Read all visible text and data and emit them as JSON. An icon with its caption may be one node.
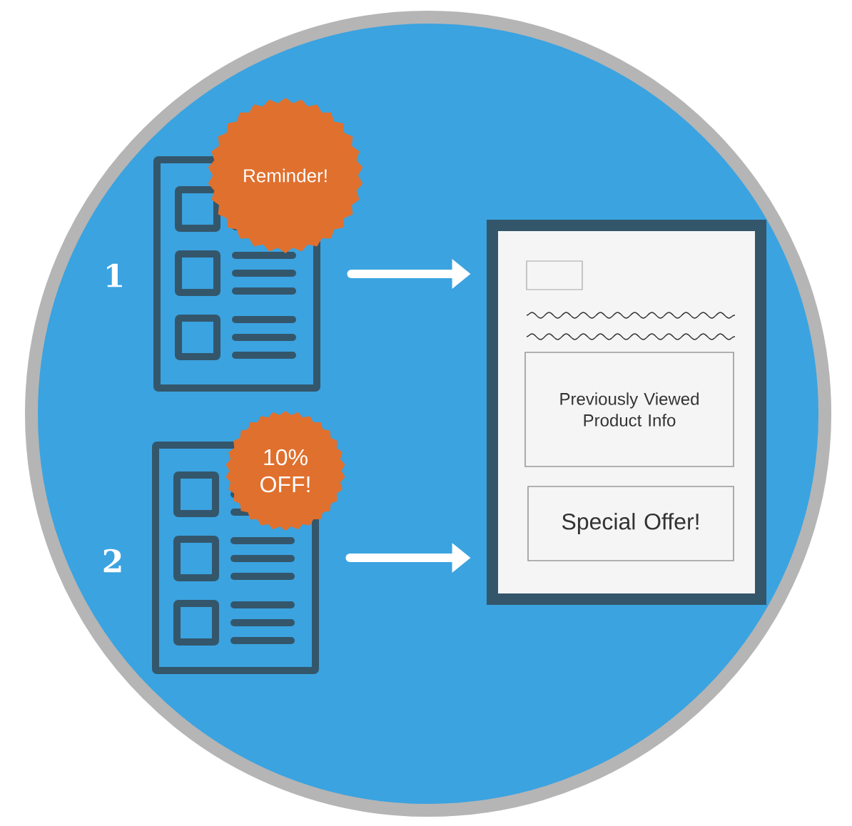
{
  "diagram": {
    "nodes": [
      {
        "text": [],
        "shape": "picture"
      },
      {
        "text": [
          "Reminder!"
        ]
      },
      {
        "text": [],
        "shape": "picture"
      },
      {
        "text": [
          "10% OFF!"
        ]
      },
      {
        "text": [],
        "shape": "box"
      },
      {
        "text": [
          "Previously Viewed Product Info"
        ],
        "in": 4
      },
      {
        "text": [
          "Special Offer!"
        ],
        "in": 4
      }
    ],
    "edges": [
      {
        "from": 0,
        "to": 4,
        "arrow": "to"
      },
      {
        "from": 2,
        "to": 4,
        "arrow": "to"
      }
    ],
    "labels": [
      "1",
      "2"
    ]
  }
}
